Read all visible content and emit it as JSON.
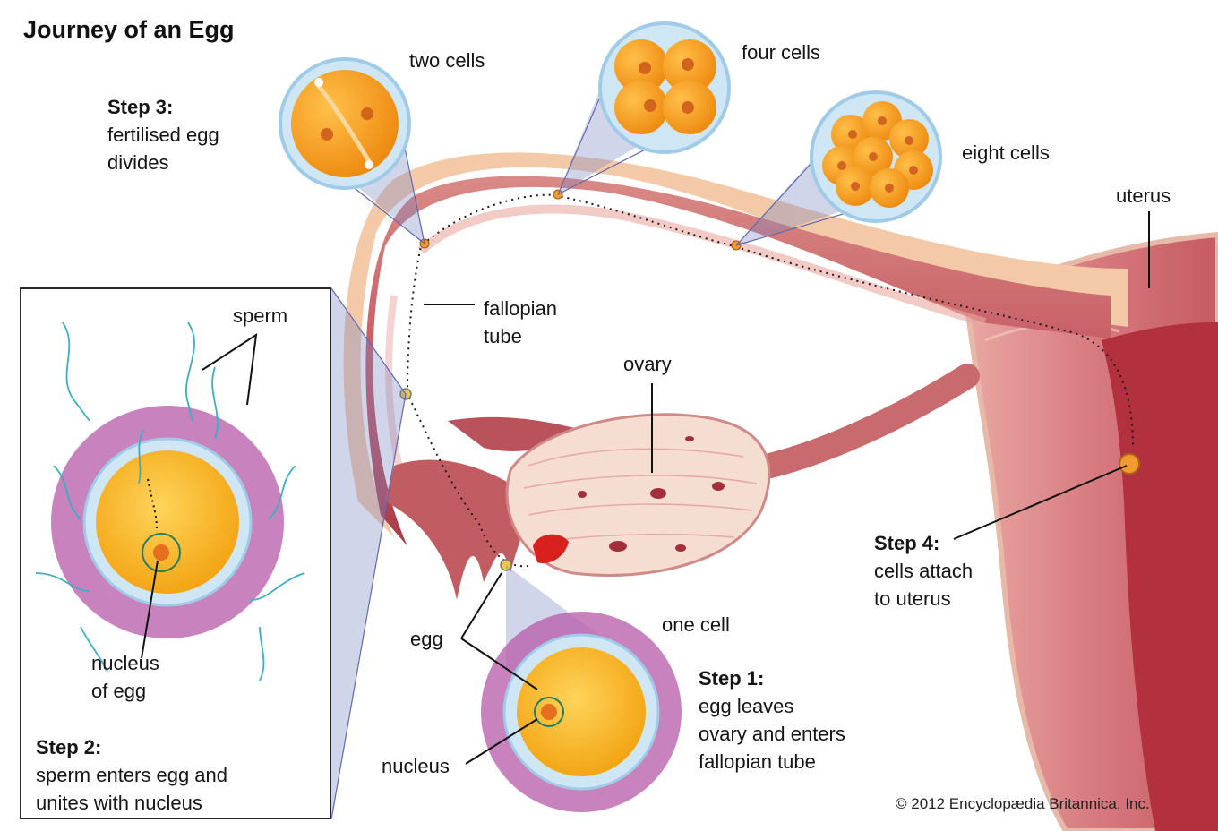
{
  "title": "Journey of an Egg",
  "labels": {
    "two_cells": "two cells",
    "four_cells": "four cells",
    "eight_cells": "eight cells",
    "uterus": "uterus",
    "fallopian_tube": [
      "fallopian",
      "tube"
    ],
    "ovary": "ovary",
    "sperm": "sperm",
    "nucleus_of_egg": [
      "nucleus",
      "of egg"
    ],
    "egg": "egg",
    "one_cell": "one cell",
    "nucleus": "nucleus"
  },
  "steps": {
    "step1": {
      "heading": "Step 1:",
      "lines": [
        "egg leaves",
        "ovary and enters",
        "fallopian tube"
      ]
    },
    "step2": {
      "heading": "Step 2:",
      "lines": [
        "sperm enters egg and",
        "unites with nucleus"
      ]
    },
    "step3": {
      "heading": "Step 3:",
      "lines": [
        "fertilised egg",
        "divides"
      ]
    },
    "step4": {
      "heading": "Step 4:",
      "lines": [
        "cells attach",
        "to uterus"
      ]
    }
  },
  "credit": "© 2012 Encyclopædia Britannica, Inc.",
  "colors": {
    "tissue": "#c9626a",
    "tissue_light": "#f2c4b8",
    "tube_dark": "#a83a45",
    "ovary": "#f6ddd2",
    "egg": "#f6b21c",
    "zona": "#cfe6f5",
    "sperm": "#3aaec2",
    "cumulus": "#b65aa8",
    "callout": "#7c87c4"
  }
}
